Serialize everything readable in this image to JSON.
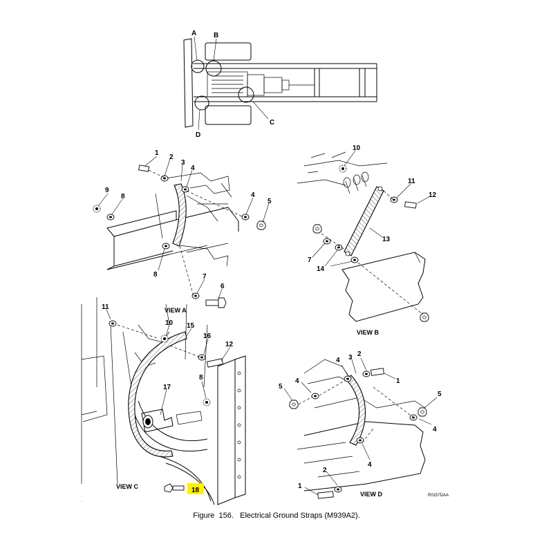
{
  "figure": {
    "caption": "Figure  156.   Electrical Ground Straps (M939A2).",
    "drawing_code": "R0157DAA",
    "highlight_color": "#fff200"
  },
  "overview": {
    "labels": [
      "A",
      "B",
      "C",
      "D"
    ]
  },
  "view_a": {
    "title": "VIEW A",
    "callouts": [
      "1",
      "2",
      "3",
      "4",
      "9",
      "8",
      "4",
      "5",
      "8",
      "7",
      "6"
    ]
  },
  "view_b": {
    "title": "VIEW B",
    "callouts": [
      "10",
      "11",
      "12",
      "13",
      "7",
      "14"
    ]
  },
  "view_c": {
    "title": "VIEW C",
    "callouts": [
      "11",
      "10",
      "15",
      "16",
      "12",
      "8",
      "17",
      "18"
    ],
    "highlighted_callout": "18"
  },
  "view_d": {
    "title": "VIEW D",
    "callouts": [
      "4",
      "3",
      "2",
      "1",
      "5",
      "4",
      "5",
      "4",
      "4",
      "2",
      "1"
    ]
  }
}
